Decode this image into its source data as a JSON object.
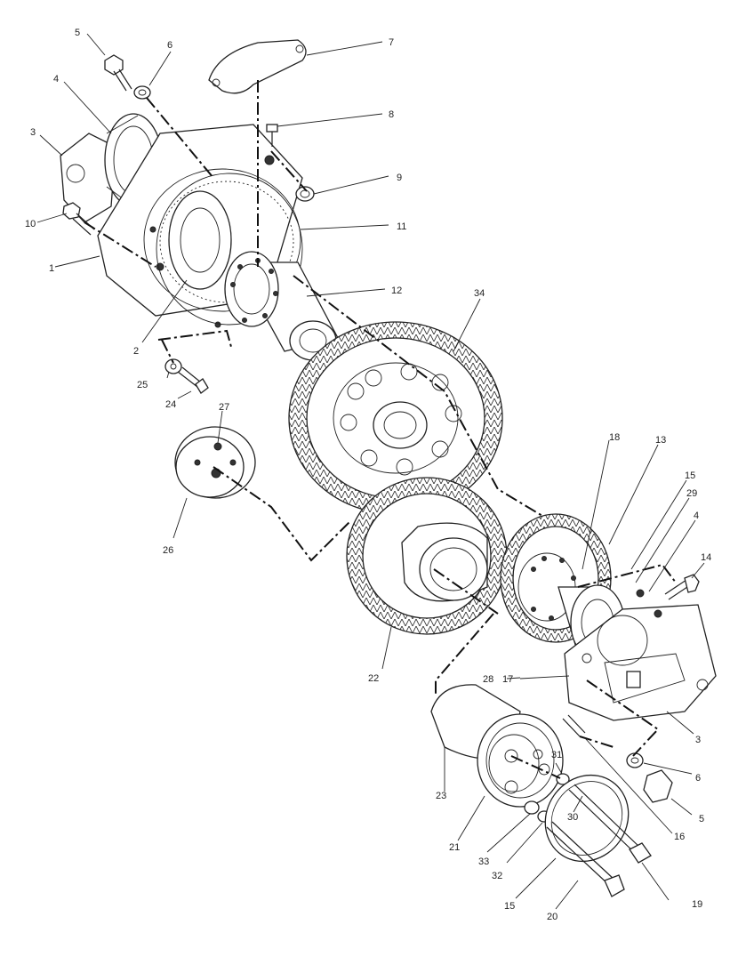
{
  "diagram": {
    "callouts": [
      {
        "id": "c1",
        "text": "1"
      },
      {
        "id": "c2",
        "text": "2"
      },
      {
        "id": "c3a",
        "text": "3"
      },
      {
        "id": "c3b",
        "text": "3"
      },
      {
        "id": "c4a",
        "text": "4"
      },
      {
        "id": "c4b",
        "text": "4"
      },
      {
        "id": "c5a",
        "text": "5"
      },
      {
        "id": "c5b",
        "text": "5"
      },
      {
        "id": "c6a",
        "text": "6"
      },
      {
        "id": "c6b",
        "text": "6"
      },
      {
        "id": "c7",
        "text": "7"
      },
      {
        "id": "c8",
        "text": "8"
      },
      {
        "id": "c9",
        "text": "9"
      },
      {
        "id": "c10",
        "text": "10"
      },
      {
        "id": "c11",
        "text": "11"
      },
      {
        "id": "c12",
        "text": "12"
      },
      {
        "id": "c13",
        "text": "13"
      },
      {
        "id": "c14",
        "text": "14"
      },
      {
        "id": "c15a",
        "text": "15"
      },
      {
        "id": "c15b",
        "text": "15"
      },
      {
        "id": "c16",
        "text": "16"
      },
      {
        "id": "c17",
        "text": "17"
      },
      {
        "id": "c18",
        "text": "18"
      },
      {
        "id": "c19",
        "text": "19"
      },
      {
        "id": "c20",
        "text": "20"
      },
      {
        "id": "c21",
        "text": "21"
      },
      {
        "id": "c22",
        "text": "22"
      },
      {
        "id": "c23",
        "text": "23"
      },
      {
        "id": "c24",
        "text": "24"
      },
      {
        "id": "c25",
        "text": "25"
      },
      {
        "id": "c26",
        "text": "26"
      },
      {
        "id": "c27",
        "text": "27"
      },
      {
        "id": "c28",
        "text": "28"
      },
      {
        "id": "c29",
        "text": "29"
      },
      {
        "id": "c30",
        "text": "30"
      },
      {
        "id": "c31",
        "text": "31"
      },
      {
        "id": "c32",
        "text": "32"
      },
      {
        "id": "c33",
        "text": "33"
      },
      {
        "id": "c34",
        "text": "34"
      }
    ]
  }
}
